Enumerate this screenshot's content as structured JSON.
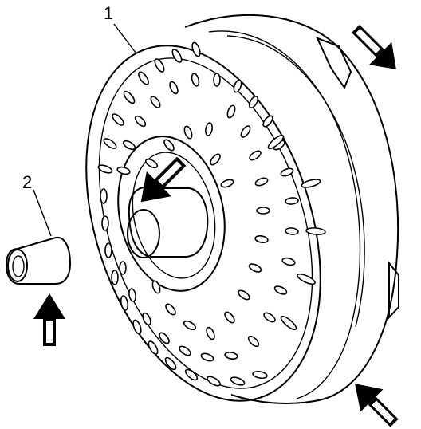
{
  "callouts": [
    {
      "id": "1",
      "label": "1"
    },
    {
      "id": "2",
      "label": "2"
    }
  ],
  "colors": {
    "line": "#000000",
    "background": "#ffffff"
  },
  "icons": [
    "arrow-icon"
  ]
}
